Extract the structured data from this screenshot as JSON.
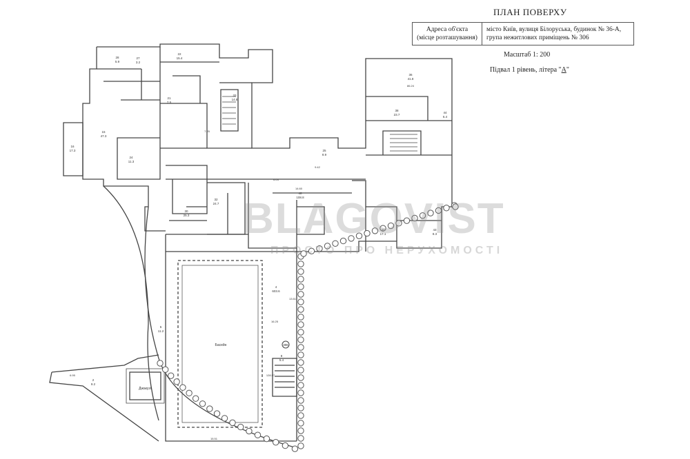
{
  "header": {
    "title": "ПЛАН ПОВЕРХУ",
    "address_label_line1": "Адреса об'єкта",
    "address_label_line2": "(місце розташування)",
    "address_line1": "місто Київ, вулиця Білоруська, будинок № 36-А,",
    "address_line2": "група нежитлових приміщень № 306",
    "scale": "Масштаб 1: 200",
    "level_prefix": "Підвал 1 рівень, літера \"",
    "level_letter": "А",
    "level_suffix": "\""
  },
  "watermark": {
    "main": "BLAGOVIST",
    "sub": "ПРОСТО ПРО НЕРУХОМОСТІ"
  },
  "labels": {
    "pool": "Басейн",
    "jacuzzi": "Джакузі",
    "unit_no": "306"
  },
  "rooms": [
    {
      "id": "room-28",
      "num": "28",
      "area": "5.9"
    },
    {
      "id": "room-27",
      "num": "27",
      "area": "3.2"
    },
    {
      "id": "room-15",
      "num": "15",
      "area": "47.3"
    },
    {
      "id": "room-22",
      "num": "22",
      "area": "15.4"
    },
    {
      "id": "room-21",
      "num": "21",
      "area": "7.5"
    },
    {
      "id": "room-24",
      "num": "24",
      "area": "11.3"
    },
    {
      "id": "room-16",
      "num": "16",
      "area": "17.3"
    },
    {
      "id": "room-33",
      "num": "33",
      "area": "14.8"
    },
    {
      "id": "room-25",
      "num": "25",
      "area": "8.9"
    },
    {
      "id": "room-36",
      "num": "36",
      "area": "41.8"
    },
    {
      "id": "room-38",
      "num": "38",
      "area": "23.7"
    },
    {
      "id": "room-44",
      "num": "44",
      "area": "6.4"
    },
    {
      "id": "room-40",
      "num": "40",
      "area": "108.8"
    },
    {
      "id": "room-32",
      "num": "32",
      "area": "24.7"
    },
    {
      "id": "room-30",
      "num": "30",
      "area": "25.3"
    },
    {
      "id": "room-5",
      "num": "5",
      "area": "11.2"
    },
    {
      "id": "room-42",
      "num": "42",
      "area": "17.1"
    },
    {
      "id": "room-4",
      "num": "4",
      "area": "603.6"
    },
    {
      "id": "room-2",
      "num": "2",
      "area": "9.2"
    },
    {
      "id": "room-8",
      "num": "8",
      "area": "5.4"
    },
    {
      "id": "room-43",
      "num": "43",
      "area": "8.3"
    }
  ],
  "dimensions": [
    {
      "id": "d1",
      "value": "7.25"
    },
    {
      "id": "d2",
      "value": "9.42"
    },
    {
      "id": "d3",
      "value": "14.60"
    },
    {
      "id": "d4",
      "value": "6.04"
    },
    {
      "id": "d5",
      "value": "16.25"
    },
    {
      "id": "d6",
      "value": "15.51"
    },
    {
      "id": "d7",
      "value": "13.61"
    },
    {
      "id": "d8",
      "value": "128.57"
    },
    {
      "id": "d9",
      "value": "86.24"
    },
    {
      "id": "d10",
      "value": "6.95"
    }
  ]
}
